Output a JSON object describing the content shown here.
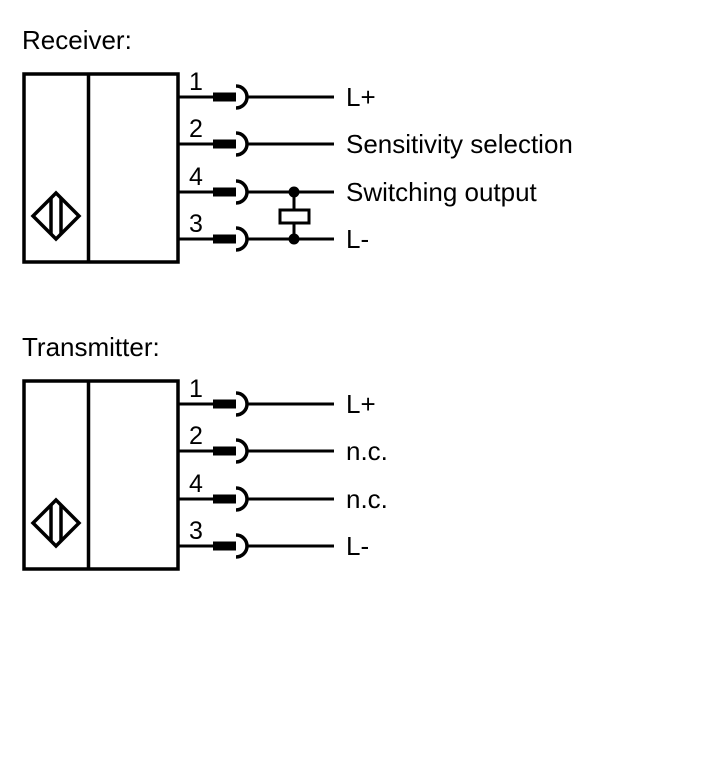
{
  "diagrams": [
    {
      "id": "receiver",
      "title": "Receiver:",
      "pins": [
        {
          "number": "1",
          "label": "L+"
        },
        {
          "number": "2",
          "label": "Sensitivity selection"
        },
        {
          "number": "4",
          "label": "Switching output"
        },
        {
          "number": "3",
          "label": "L-"
        }
      ],
      "load": {
        "between": [
          "4",
          "3"
        ],
        "symbol": "load-resistor"
      }
    },
    {
      "id": "transmitter",
      "title": "Transmitter:",
      "pins": [
        {
          "number": "1",
          "label": "L+"
        },
        {
          "number": "2",
          "label": "n.c."
        },
        {
          "number": "4",
          "label": "n.c."
        },
        {
          "number": "3",
          "label": "L-"
        }
      ]
    }
  ],
  "colors": {
    "stroke": "#000000",
    "background": "#ffffff"
  }
}
